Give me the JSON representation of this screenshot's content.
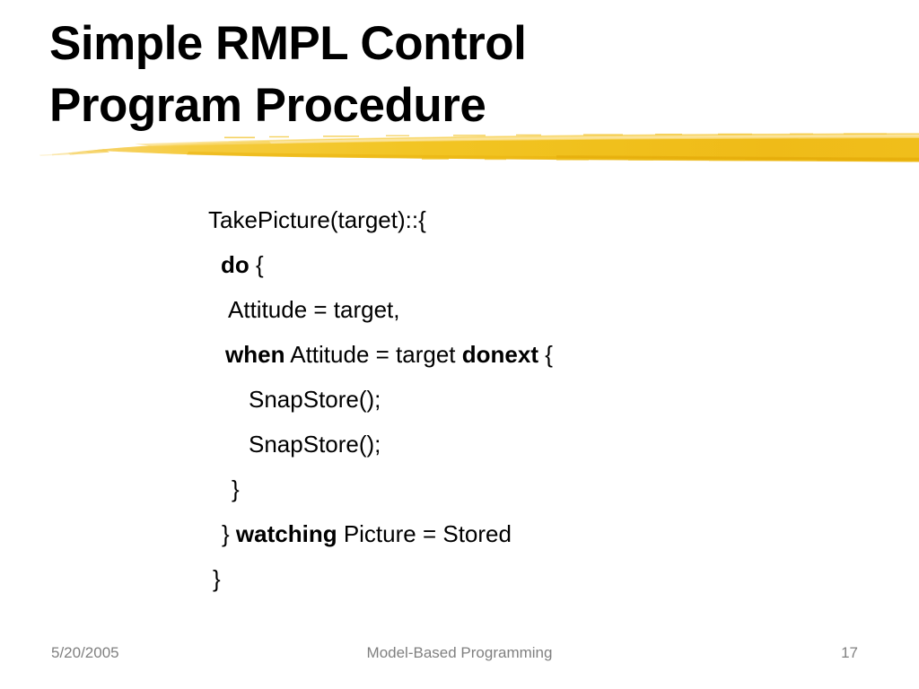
{
  "slide": {
    "title_lines": [
      "Simple RMPL Control",
      "Program Procedure"
    ],
    "accent_color": "#F0BF1B",
    "text_color": "#000000",
    "background_color": "#FFFFFF",
    "footer_color": "#808080"
  },
  "divider": {
    "icon": "brush-stroke-divider"
  },
  "body": {
    "lines": [
      {
        "indent": "ind-0",
        "segments": [
          {
            "text": "TakePicture(target)::{",
            "bold": false
          }
        ]
      },
      {
        "indent": "ind-1",
        "segments": [
          {
            "text": "do",
            "bold": true
          },
          {
            "text": " {",
            "bold": false
          }
        ]
      },
      {
        "indent": "ind-2",
        "segments": [
          {
            "text": "Attitude = target,",
            "bold": false
          }
        ]
      },
      {
        "indent": "ind-3",
        "segments": [
          {
            "text": "when",
            "bold": true
          },
          {
            "text": " Attitude = target ",
            "bold": false
          },
          {
            "text": "donext",
            "bold": true
          },
          {
            "text": " {",
            "bold": false
          }
        ]
      },
      {
        "indent": "ind-4",
        "segments": [
          {
            "text": "SnapStore();",
            "bold": false
          }
        ]
      },
      {
        "indent": "ind-4",
        "segments": [
          {
            "text": "SnapStore();",
            "bold": false
          }
        ]
      },
      {
        "indent": "ind-5",
        "segments": [
          {
            "text": "}",
            "bold": false
          }
        ]
      },
      {
        "indent": "ind-6",
        "segments": [
          {
            "text": "} ",
            "bold": false
          },
          {
            "text": "watching",
            "bold": true
          },
          {
            "text": " Picture = Stored",
            "bold": false
          }
        ]
      },
      {
        "indent": "ind-7",
        "segments": [
          {
            "text": "}",
            "bold": false
          }
        ]
      }
    ]
  },
  "footer": {
    "date": "5/20/2005",
    "subject": "Model-Based Programming",
    "page_number": "17"
  }
}
